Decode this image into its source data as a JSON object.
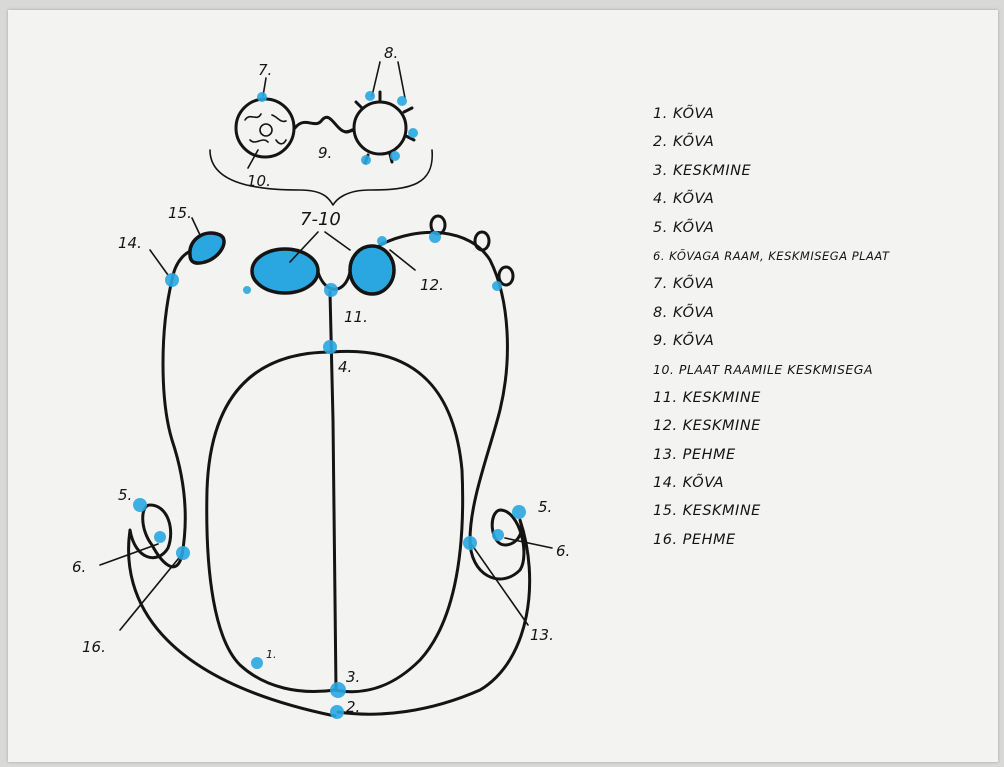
{
  "diagram": {
    "callouts": {
      "c1": "1.",
      "c2": "2.",
      "c3": "3.",
      "c4": "4.",
      "c5a": "5.",
      "c5b": "5.",
      "c6a": "6.",
      "c6b": "6.",
      "c7": "7.",
      "c8": "8.",
      "c9": "9.",
      "c10": "10.",
      "c11": "11.",
      "c12": "12.",
      "c13": "13.",
      "c14": "14.",
      "c15": "15.",
      "c16": "16.",
      "c7_10": "7-10"
    },
    "legend": [
      "1. KÕVA",
      "2. KÕVA",
      "3. KESKMINE",
      "4. KÕVA",
      "5. KÕVA",
      "6. KÕVAGA RAAM, KESKMISEGA PLAAT",
      "7. KÕVA",
      "8. KÕVA",
      "9. KÕVA",
      "10. PLAAT RAAMILE KESKMISEGA",
      "11. KESKMINE",
      "12. KESKMINE",
      "13. PEHME",
      "14. KÕVA",
      "15. KESKMINE",
      "16. PEHME"
    ]
  }
}
